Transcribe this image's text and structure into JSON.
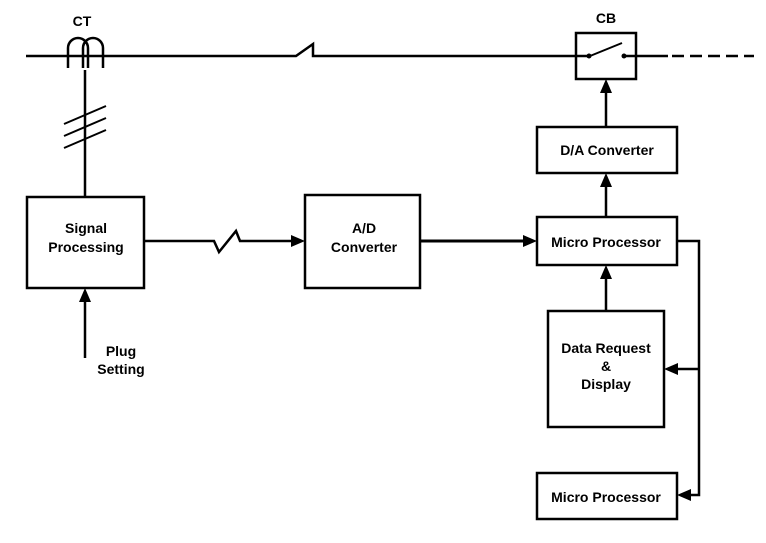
{
  "labels": {
    "ct": "CT",
    "cb": "CB",
    "signal_processing_line1": "Signal",
    "signal_processing_line2": "Processing",
    "ad_converter_line1": "A/D",
    "ad_converter_line2": "Converter",
    "micro_processor_main": "Micro Processor",
    "da_converter": "D/A Converter",
    "data_request_line1": "Data Request",
    "data_request_line2": "&",
    "data_request_line3": "Display",
    "micro_processor_secondary": "Micro Processor",
    "plug_setting_line1": "Plug",
    "plug_setting_line2": "Setting"
  }
}
